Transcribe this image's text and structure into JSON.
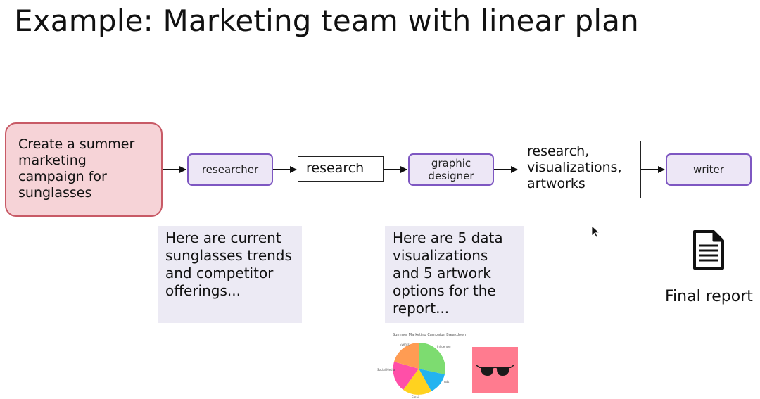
{
  "title": "Example: Marketing team with linear plan",
  "task": "Create a summer marketing campaign for sunglasses",
  "agents": {
    "researcher": "researcher",
    "graphic_designer": "graphic designer",
    "writer": "writer"
  },
  "artifacts": {
    "research": "research",
    "combined": "research, visualizations, artworks"
  },
  "notes": {
    "researcher_output": "Here are current sunglasses trends and competitor offerings...",
    "designer_output": "Here are 5 data visualizations and 5 artwork options for the report..."
  },
  "final": {
    "icon": "document-icon",
    "label": "Final report"
  },
  "thumbnails": {
    "pie_title": "Summer Marketing Campaign Breakdown",
    "pie_labels": [
      "Influencer",
      "Events",
      "Email",
      "Social Media",
      "Ads"
    ],
    "artwork_icon": "sunglasses-icon",
    "artwork_bg": "#ff7b8f"
  },
  "colors": {
    "task_fill": "#f6d3d7",
    "task_border": "#c85a66",
    "agent_fill": "#ede7f6",
    "agent_border": "#7e57c2",
    "note_fill": "#eceaf4"
  }
}
